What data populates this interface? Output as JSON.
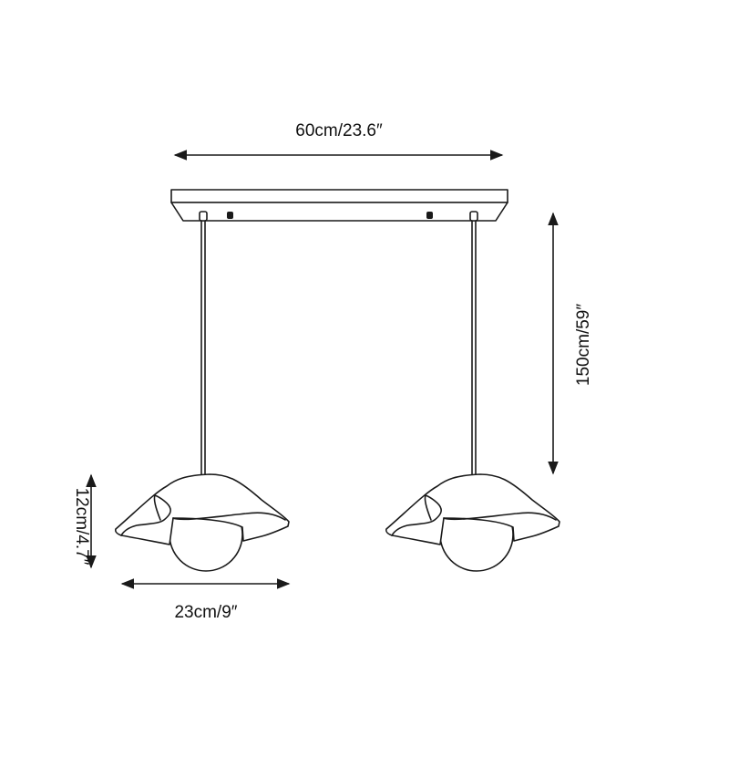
{
  "dimensions": {
    "width": "60cm/23.6″",
    "cord_length": "150cm/59″",
    "shade_height": "12cm/4.7″",
    "shade_diameter": "23cm/9″"
  },
  "colors": {
    "line": "#1a1a1a",
    "background": "#ffffff"
  }
}
